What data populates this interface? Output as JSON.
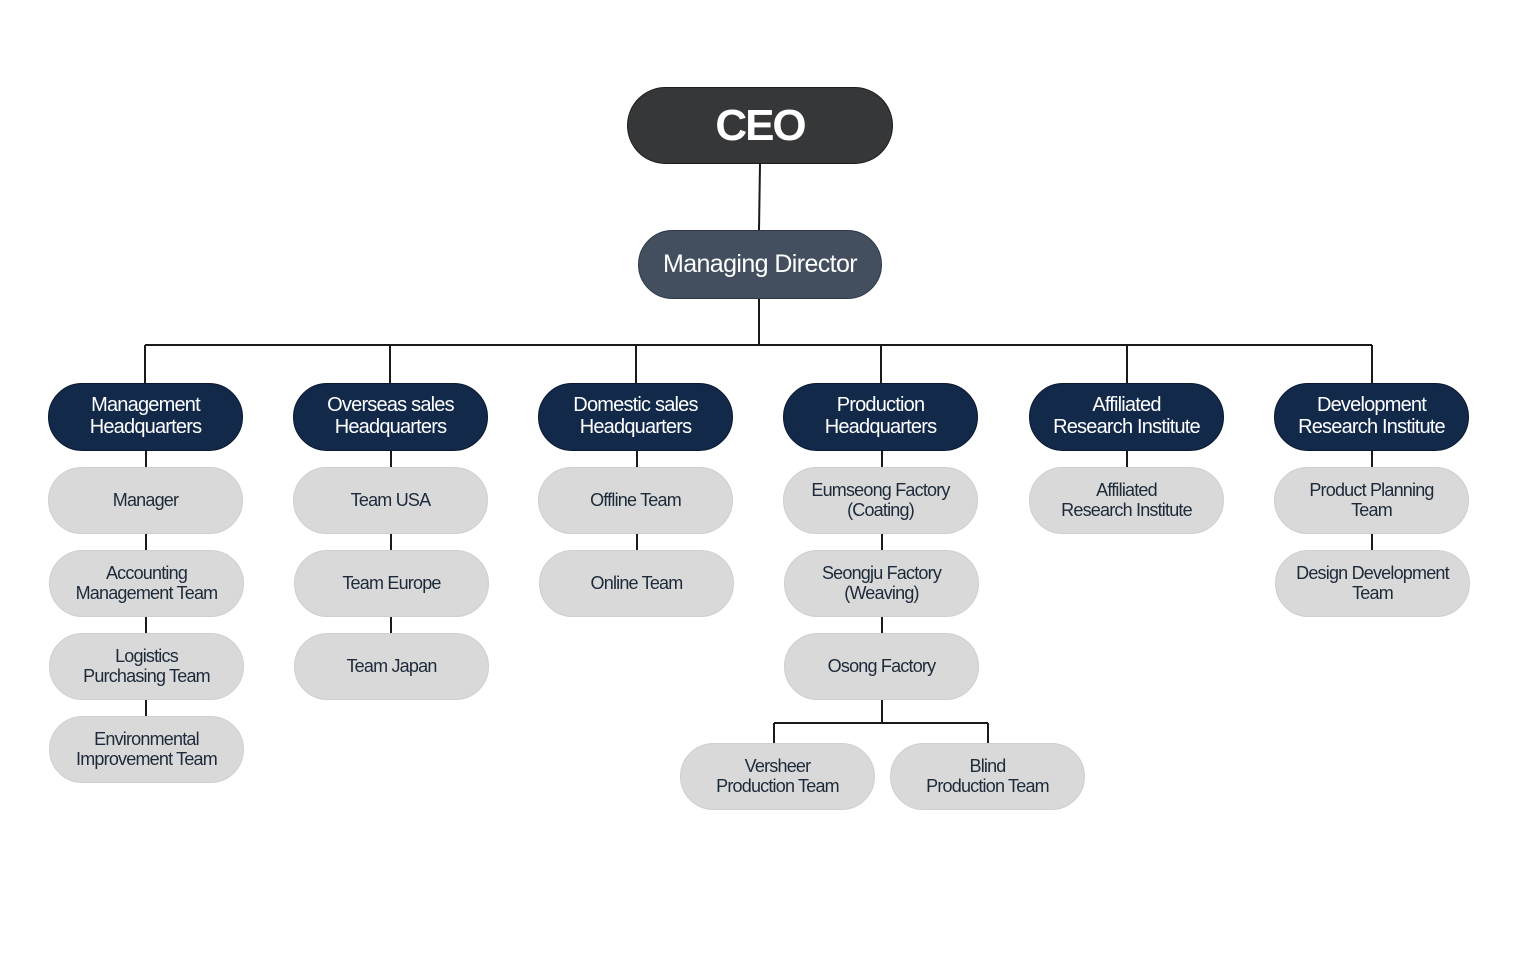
{
  "colors": {
    "ceo_fill": "#363739",
    "director_fill": "#434f5e",
    "headquarters_fill": "#12294a",
    "team_fill": "#d9d9d9",
    "team_text": "#1d2a3a",
    "connector": "#1a1a1a"
  },
  "ceo": {
    "label": "CEO"
  },
  "director": {
    "label": "Managing Director"
  },
  "headquarters": [
    {
      "lines": [
        "Management",
        "Headquarters"
      ],
      "teams": [
        {
          "lines": [
            "Manager"
          ]
        },
        {
          "lines": [
            "Accounting",
            "Management Team"
          ]
        },
        {
          "lines": [
            "Logistics",
            "Purchasing Team"
          ]
        },
        {
          "lines": [
            "Environmental",
            "Improvement Team"
          ]
        }
      ]
    },
    {
      "lines": [
        "Overseas sales",
        "Headquarters"
      ],
      "teams": [
        {
          "lines": [
            "Team USA"
          ]
        },
        {
          "lines": [
            "Team Europe"
          ]
        },
        {
          "lines": [
            "Team Japan"
          ]
        }
      ]
    },
    {
      "lines": [
        "Domestic sales",
        "Headquarters"
      ],
      "teams": [
        {
          "lines": [
            "Offline Team"
          ]
        },
        {
          "lines": [
            "Online Team"
          ]
        }
      ]
    },
    {
      "lines": [
        "Production",
        "Headquarters"
      ],
      "teams": [
        {
          "lines": [
            "Eumseong Factory",
            "(Coating)"
          ]
        },
        {
          "lines": [
            "Seongju Factory",
            "(Weaving)"
          ]
        },
        {
          "lines": [
            "Osong Factory"
          ],
          "subteams": [
            {
              "lines": [
                "Versheer",
                "Production Team"
              ]
            },
            {
              "lines": [
                "Blind",
                "Production Team"
              ]
            }
          ]
        }
      ]
    },
    {
      "lines": [
        "Affiliated",
        "Research Institute"
      ],
      "teams": [
        {
          "lines": [
            "Affiliated",
            "Research Institute"
          ]
        }
      ]
    },
    {
      "lines": [
        "Development",
        "Research Institute"
      ],
      "teams": [
        {
          "lines": [
            "Product Planning",
            "Team"
          ]
        },
        {
          "lines": [
            "Design Development",
            "Team"
          ]
        }
      ]
    }
  ]
}
